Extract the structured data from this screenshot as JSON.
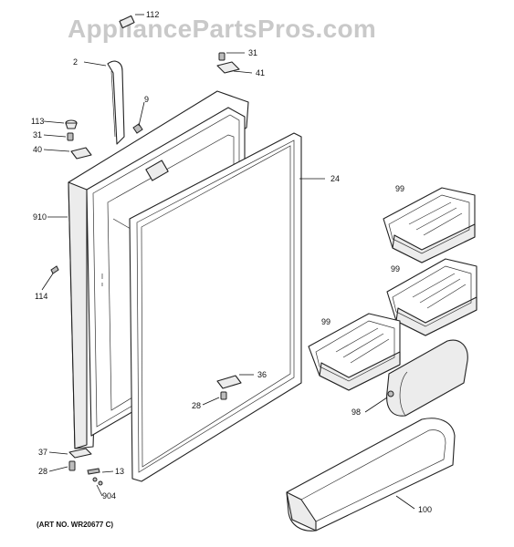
{
  "watermark": "AppliancePartsPros.com",
  "art_number": "(ART NO. WR20677 C)",
  "callouts": {
    "c112": "112",
    "c2": "2",
    "c31a": "31",
    "c41": "41",
    "c9": "9",
    "c113": "113",
    "c31b": "31",
    "c40": "40",
    "c24": "24",
    "c910": "910",
    "c99a": "99",
    "c99b": "99",
    "c114": "114",
    "c99c": "99",
    "c36": "36",
    "c28a": "28",
    "c98": "98",
    "c37": "37",
    "c28b": "28",
    "c13": "13",
    "c904": "904",
    "c100": "100"
  }
}
